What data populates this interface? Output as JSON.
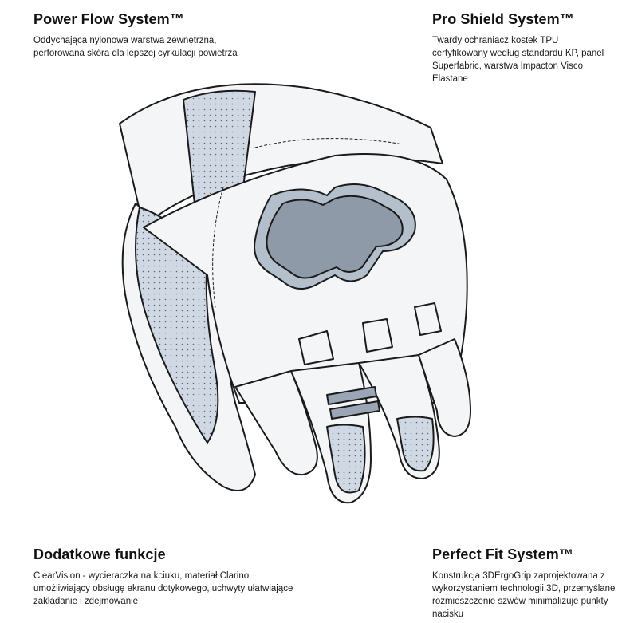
{
  "features": {
    "top_left": {
      "title": "Power Flow System™",
      "text": "Oddychająca nylonowa warstwa zewnętrzna, perforowana skóra dla lepszej cyrkulacji powietrza"
    },
    "top_right": {
      "title": "Pro Shield System™",
      "text": "Twardy ochraniacz kostek TPU certyfikowany według standardu KP, panel Superfabric, warstwa Impacton Visco Elastane"
    },
    "bottom_left": {
      "title": "Dodatkowe funkcje",
      "text": "ClearVision - wycieraczka na kciuku, materiał Clarino umożliwiający obsługę ekranu dotykowego, uchwyty ułatwiające zakładanie i zdejmowanie"
    },
    "bottom_right": {
      "title": "Perfect Fit System™",
      "text": "Konstrukcja 3DErgoGrip zaprojektowana z wykorzystaniem technologii 3D, przemyślane rozmieszczenie szwów minimalizuje punkty nacisku"
    }
  },
  "colors": {
    "outline": "#1a1a1a",
    "glove_base": "#f4f5f7",
    "perforated_panel": "#cfd8e3",
    "knuckle_armor_dark": "#8f9aa8",
    "knuckle_armor_light": "#b4bfcc",
    "stripe": "#9aa6b5"
  }
}
